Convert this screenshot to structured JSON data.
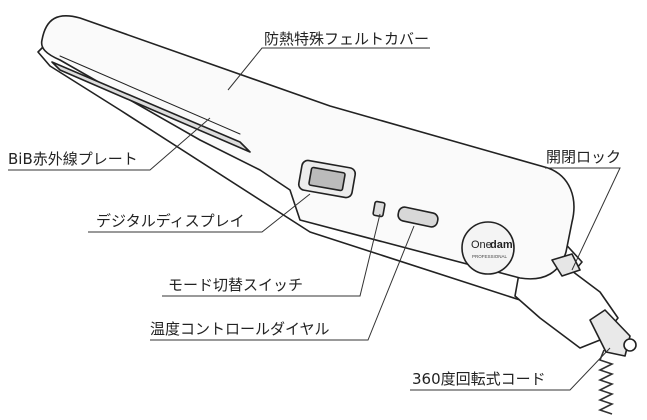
{
  "diagram": {
    "callouts": {
      "felt_cover": "防熱特殊フェルトカバー",
      "infrared_plate": "BiB赤外線プレート",
      "open_close_lock": "開閉ロック",
      "digital_display": "デジタルディスプレイ",
      "mode_switch": "モード切替スイッチ",
      "temp_control": "温度コントロールダイヤル",
      "swivel_cord": "360度回転式コード"
    },
    "brand": {
      "name_part1": "One",
      "name_part2": "dam",
      "sub": "PROFESSIONAL"
    }
  }
}
